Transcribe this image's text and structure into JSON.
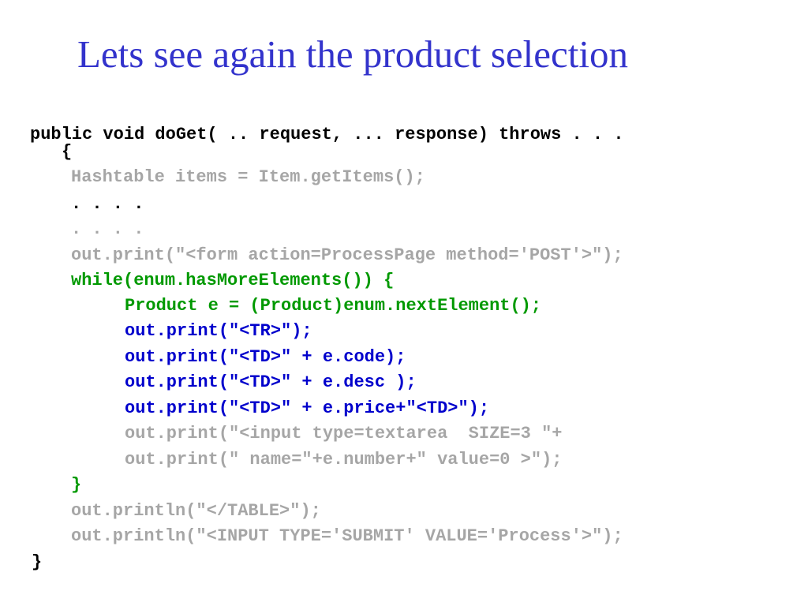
{
  "slide": {
    "title": "Lets see again the product selection"
  },
  "code": {
    "lines": [
      "public void doGet( .. request, ... response) throws . . .",
      "{",
      "Hashtable items = Item.getItems();",
      ". . . .",
      ". . . .",
      "out.print(\"<form action=ProcessPage method='POST'>\");",
      "while(enum.hasMoreElements()) {",
      "Product e = (Product)enum.nextElement();",
      "out.print(\"<TR>\");",
      "out.print(\"<TD>\" + e.code);",
      "out.print(\"<TD>\" + e.desc );",
      "out.print(\"<TD>\" + e.price+\"<TD>\");",
      "out.print(\"<input type=textarea  SIZE=3 \"+",
      "out.print(\" name=\"+e.number+\" value=0 >\");",
      "}",
      "out.println(\"</TABLE>\");",
      "out.println(\"<INPUT TYPE='SUBMIT' VALUE='Process'>\");",
      "}"
    ]
  },
  "colors": {
    "title": "#3333cc",
    "default": "#000000",
    "dimmed": "#a6a6a6",
    "loop": "#009900",
    "highlight": "#0000cc"
  }
}
